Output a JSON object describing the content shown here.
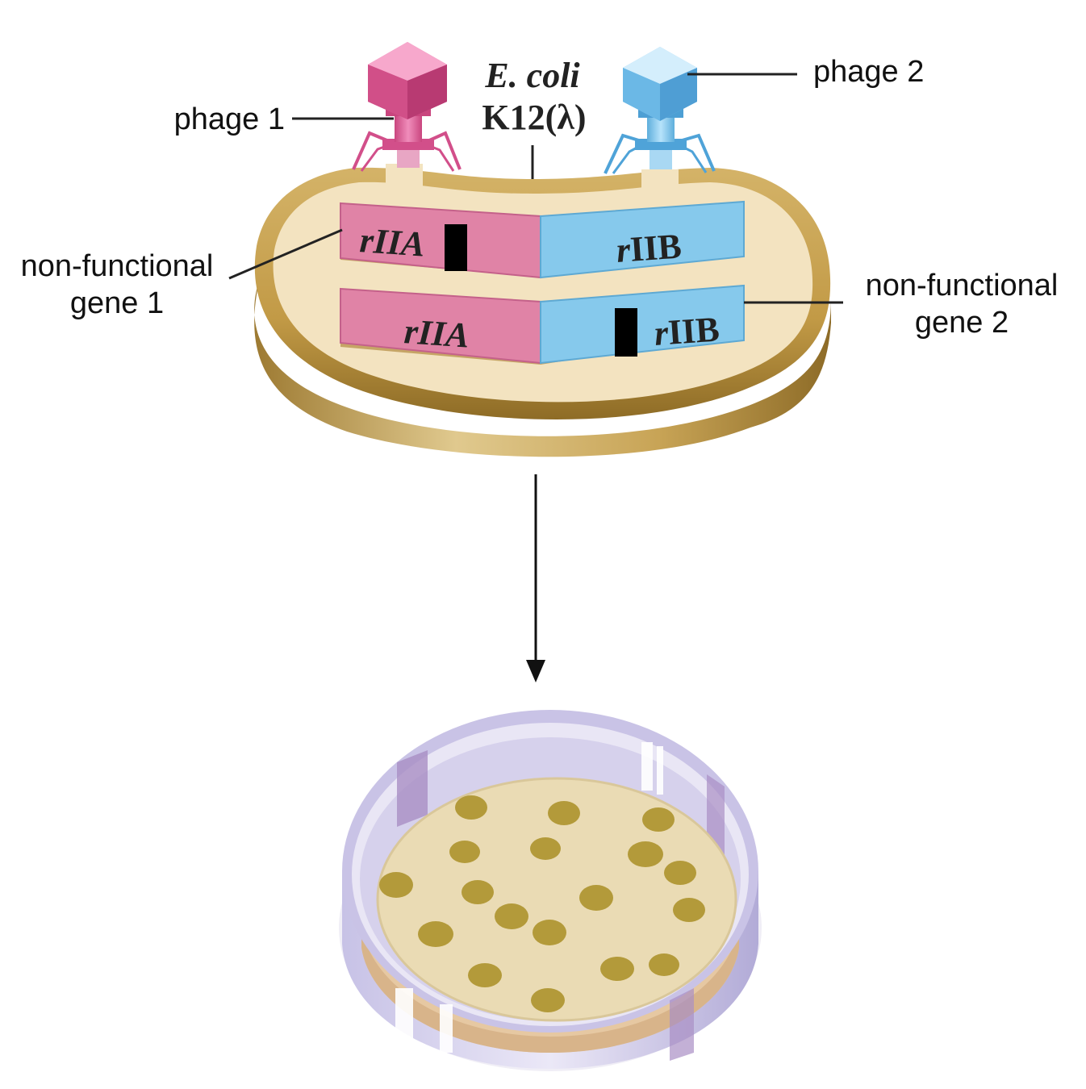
{
  "labels": {
    "phage1": "phage 1",
    "phage2": "phage 2",
    "host_line1": "E. coli",
    "host_line2": "K12(λ)",
    "nonfunctional_gene1_line1": "non-functional",
    "nonfunctional_gene1_line2": "gene 1",
    "nonfunctional_gene2_line1": "non-functional",
    "nonfunctional_gene2_line2": "gene 2"
  },
  "genome_top": {
    "gene_a_prefix": "r",
    "gene_a_name": "IIA",
    "gene_b_prefix": "r",
    "gene_b_name": "IIB"
  },
  "genome_bottom": {
    "gene_a_prefix": "r",
    "gene_a_name": "IIA",
    "gene_b_prefix": "r",
    "gene_b_name": "IIB"
  },
  "colors": {
    "phage1": "#d9679a",
    "phage2": "#7cc6ee",
    "cell_wall": "#c9a24e",
    "cytoplasm": "#f3e3c0",
    "gene_a": "#e083a6",
    "gene_b": "#86c9ec",
    "mutation": "#000000",
    "plaque": "#b39a3a",
    "dish_rim": "#b9b3dc",
    "agar": "#eadbb4"
  }
}
